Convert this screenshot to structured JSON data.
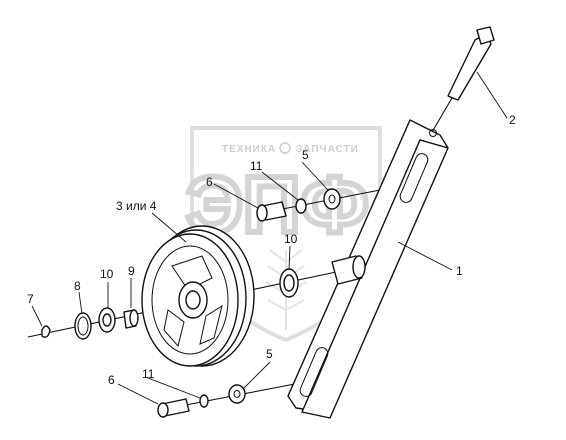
{
  "watermark": {
    "line1_left": "ТЕХНИКА",
    "line1_right": "ЗАПЧАСТИ",
    "logo": "ЭПФ"
  },
  "callouts": {
    "c1": "1",
    "c2": "2",
    "c3": "3 или 4",
    "c5_top": "5",
    "c5_bottom": "5",
    "c6_top": "6",
    "c6_bottom": "6",
    "c7": "7",
    "c8": "8",
    "c9": "9",
    "c10_left": "10",
    "c10_mid": "10",
    "c11_top": "11",
    "c11_bottom": "11"
  }
}
